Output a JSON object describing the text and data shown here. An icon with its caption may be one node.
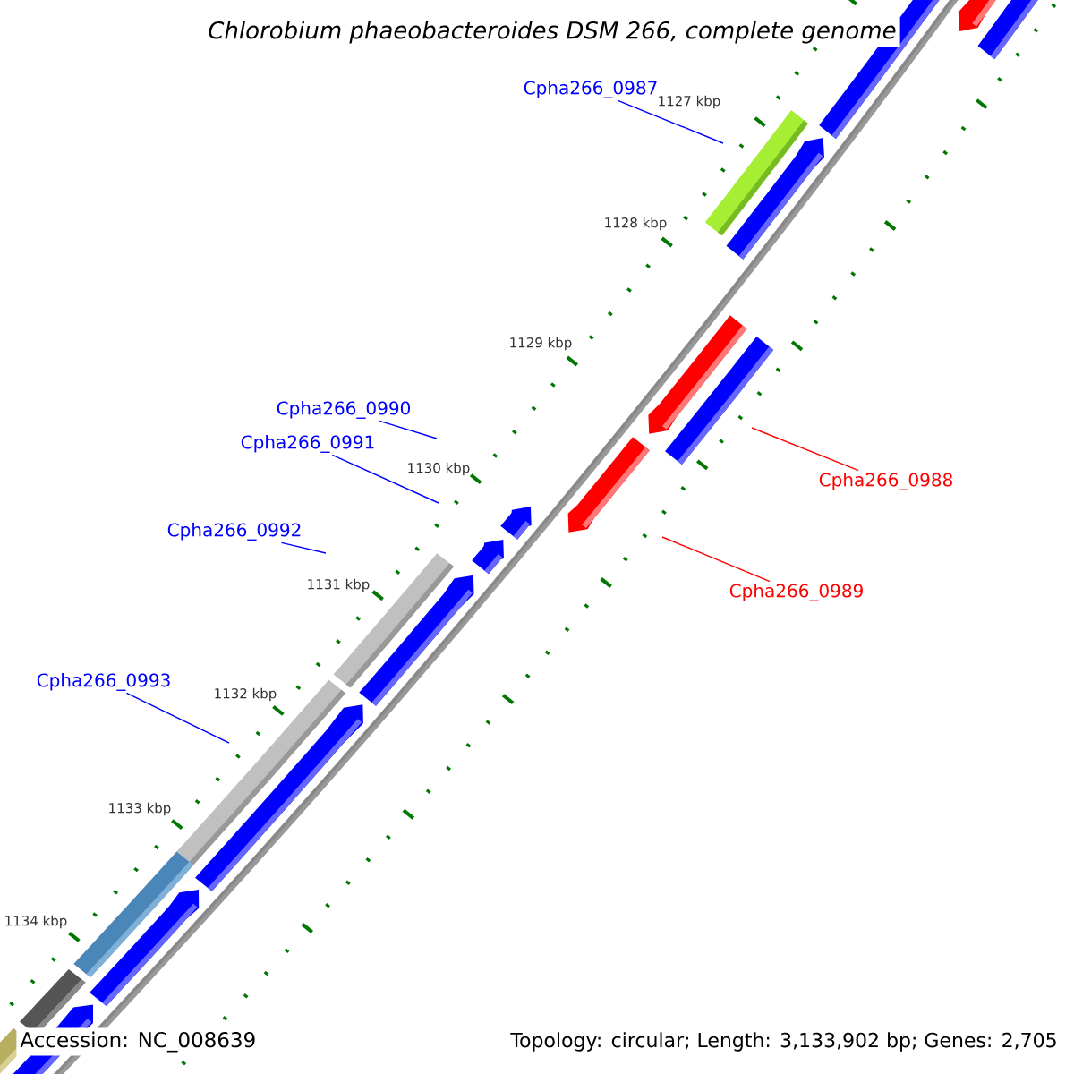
{
  "diagram": {
    "title": "Chlorobium phaeobacteroides DSM 266, complete genome",
    "nodes": [
      {
        "text": [
          "Cpha266_0987"
        ]
      },
      {
        "text": [
          "Cpha266_0990"
        ]
      },
      {
        "text": [
          "Cpha266_0991"
        ]
      },
      {
        "text": [
          "Cpha266_0992"
        ]
      },
      {
        "text": [
          "Cpha266_0993"
        ]
      },
      {
        "text": [
          "Cpha266_0988"
        ]
      },
      {
        "text": [
          "Cpha266_0989"
        ]
      }
    ],
    "edges": [
      {
        "from": 0,
        "to": null,
        "arrow": "none"
      },
      {
        "from": 1,
        "to": null,
        "arrow": "none"
      },
      {
        "from": 2,
        "to": null,
        "arrow": "none"
      },
      {
        "from": 3,
        "to": null,
        "arrow": "none"
      },
      {
        "from": 4,
        "to": null,
        "arrow": "none"
      },
      {
        "from": 5,
        "to": null,
        "arrow": "none",
        "color": "#ff0000"
      },
      {
        "from": 6,
        "to": null,
        "arrow": "none",
        "color": "#ff0000"
      }
    ],
    "labels": [
      "1127 kbp",
      "1128 kbp",
      "1129 kbp",
      "1130 kbp",
      "1131 kbp",
      "1132 kbp",
      "1133 kbp",
      "1134 kbp",
      "Accession: NC_008639",
      "Topology: circular; Length: 3,133,902 bp; Genes: 2,705"
    ]
  }
}
